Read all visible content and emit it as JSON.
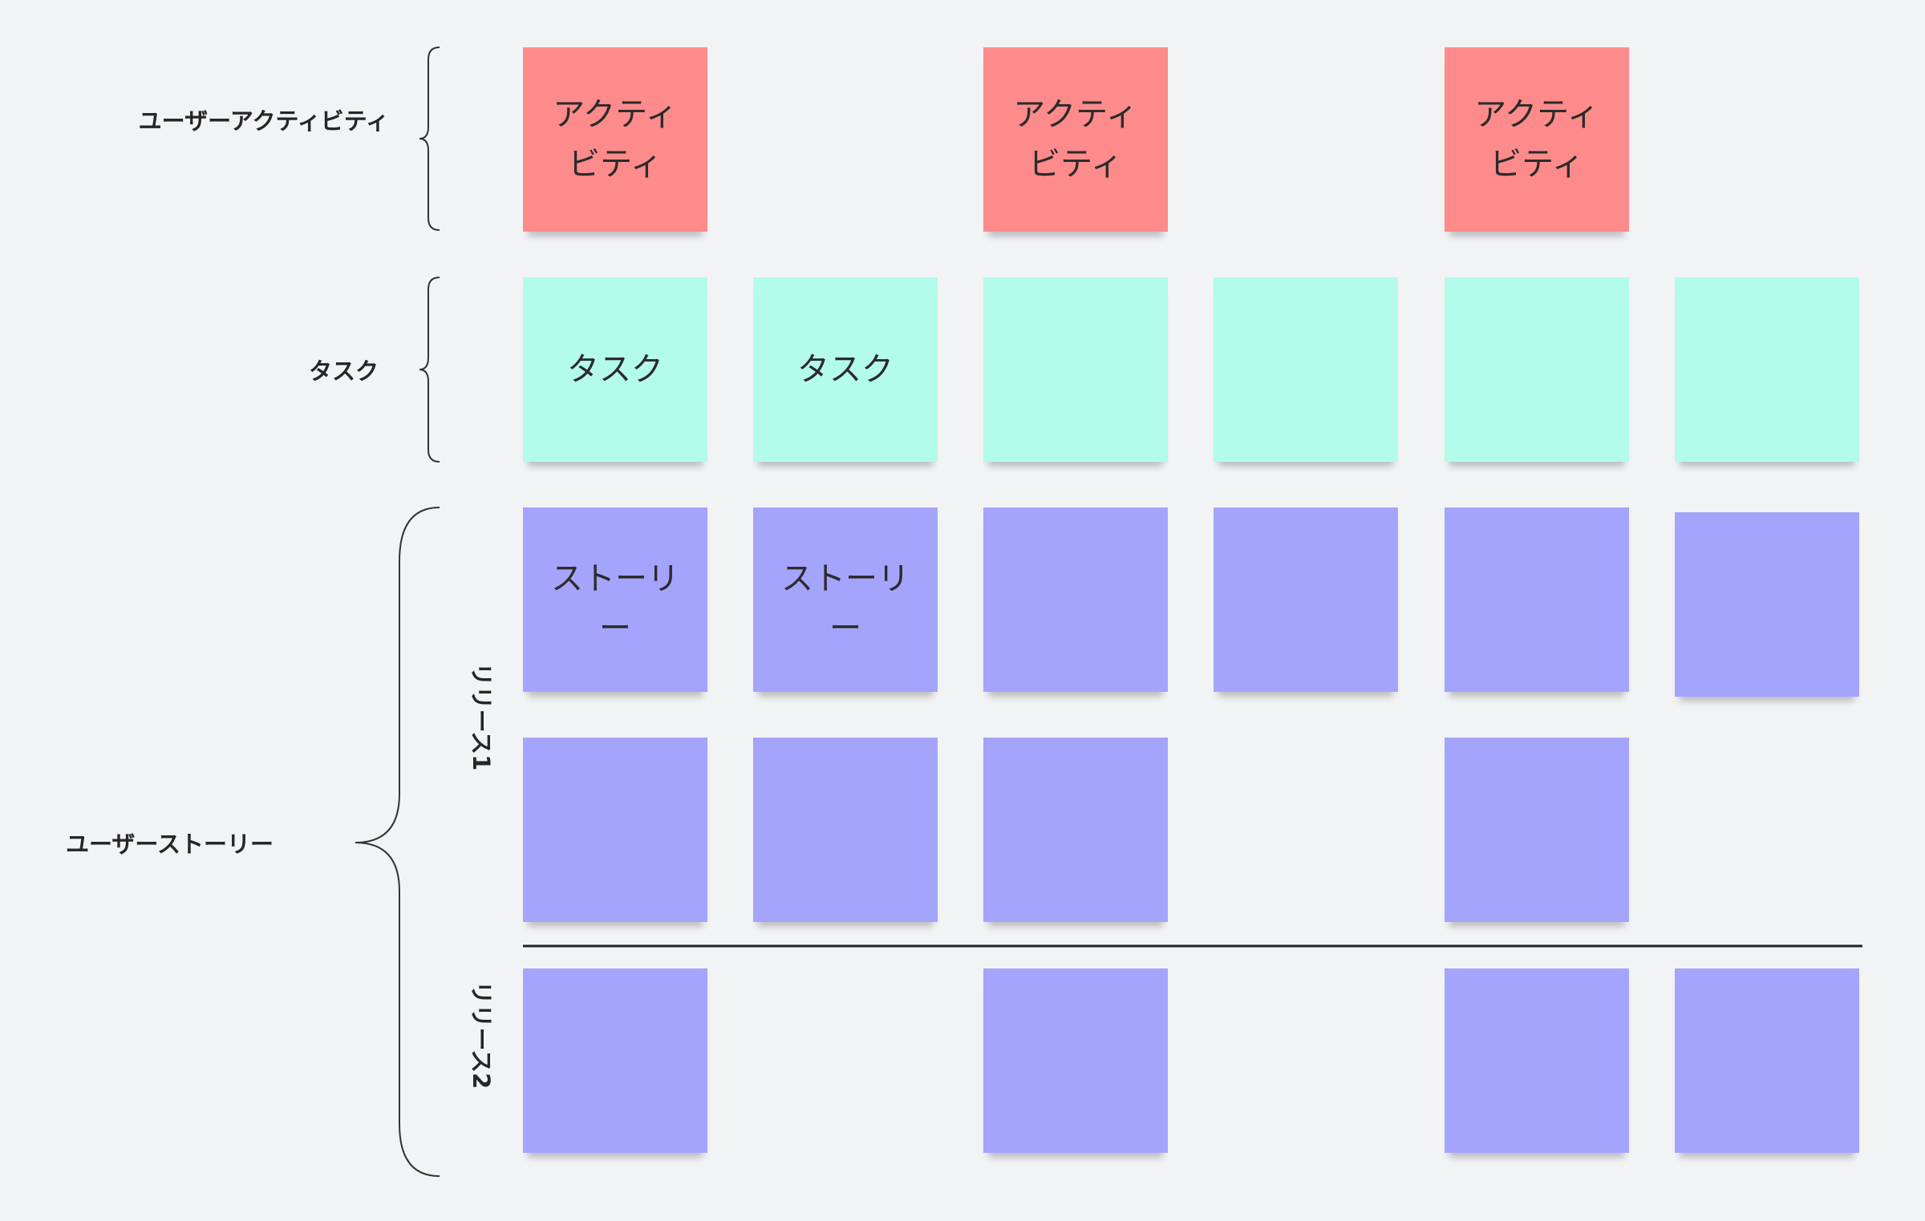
{
  "labels": {
    "activity": "ユーザーアクティビティ",
    "task": "タスク",
    "story": "ユーザーストーリー",
    "release1": "リリース1",
    "release2": "リリース2"
  },
  "colors": {
    "background": "#f2f3f5",
    "activity": "#fe8b8b",
    "task": "#b3fbeb",
    "story": "#a4a4fc",
    "divider": "#222222"
  },
  "activities": [
    {
      "text": "アクティビティ"
    },
    {
      "text": "アクティビティ"
    },
    {
      "text": "アクティビティ"
    }
  ],
  "tasks": [
    {
      "text": "タスク"
    },
    {
      "text": "タスク"
    },
    {
      "text": ""
    },
    {
      "text": ""
    },
    {
      "text": ""
    },
    {
      "text": ""
    }
  ],
  "stories_release1_row1": [
    {
      "text": "ストーリー"
    },
    {
      "text": "ストーリー"
    },
    {
      "text": ""
    },
    {
      "text": ""
    },
    {
      "text": ""
    },
    {
      "text": ""
    }
  ],
  "stories_release1_row2": [
    {
      "text": ""
    },
    {
      "text": ""
    },
    {
      "text": ""
    },
    {
      "text": ""
    }
  ],
  "stories_release2": [
    {
      "text": ""
    },
    {
      "text": ""
    },
    {
      "text": ""
    },
    {
      "text": ""
    }
  ]
}
